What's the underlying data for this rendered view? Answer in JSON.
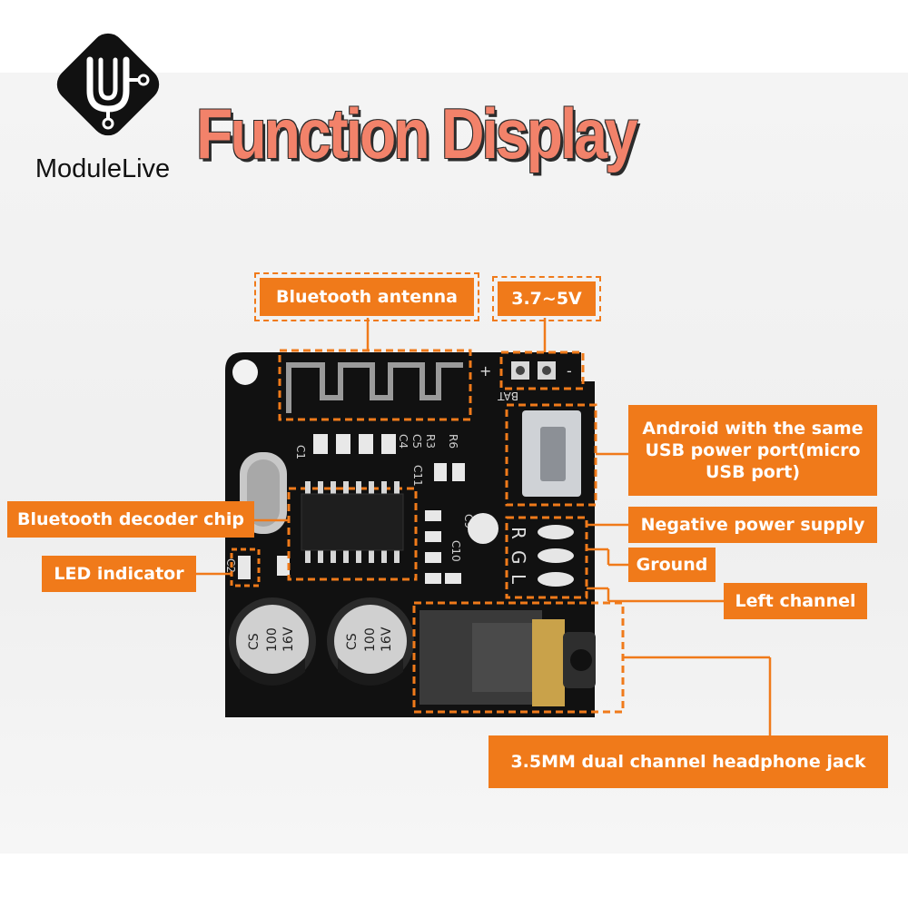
{
  "brand": {
    "name_part1": "Module",
    "name_part2": "Live",
    "logo_icon": "usb-circuit-icon"
  },
  "title": "Function Display",
  "board_markings": {
    "bat": "BAT",
    "plus": "+",
    "minus": "-",
    "c1": "C1",
    "c4": "C4",
    "c5": "C5",
    "r3": "R3",
    "r6": "R6",
    "c11": "C11",
    "c10": "C10",
    "c9": "C9",
    "c2": "C2",
    "pin_r": "R",
    "pin_g": "G",
    "pin_l": "L",
    "cap_line1": "CS",
    "cap_line2": "100",
    "cap_line3": "16V"
  },
  "labels": {
    "antenna": "Bluetooth antenna",
    "voltage": "3.7~5V",
    "usb_line1": "Android with the same",
    "usb_line2": "USB power port(micro",
    "usb_line3": "USB port)",
    "decoder": "Bluetooth decoder chip",
    "led": "LED indicator",
    "negative": "Negative power supply",
    "ground": "Ground",
    "left": "Left channel",
    "jack": "3.5MM dual channel headphone jack"
  },
  "colors": {
    "accent": "#f07a1a",
    "title": "#f2826a",
    "pcb": "#111111"
  }
}
